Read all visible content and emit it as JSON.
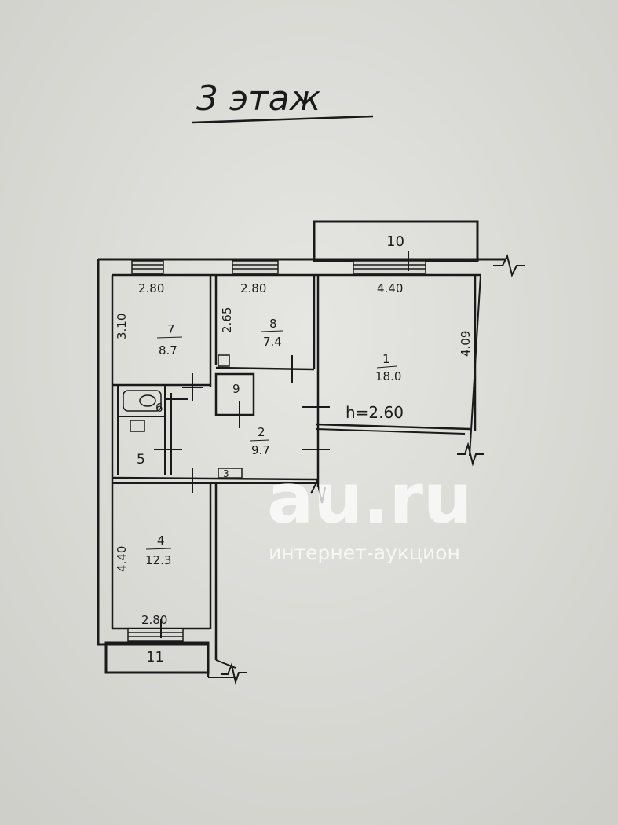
{
  "title": "3 этаж",
  "ceiling_height": "h=2.60",
  "rooms": [
    {
      "number": "1",
      "area": "18.0"
    },
    {
      "number": "2",
      "area": "9.7"
    },
    {
      "number": "4",
      "area": "12.3"
    },
    {
      "number": "5"
    },
    {
      "number": "6"
    },
    {
      "number": "7",
      "area": "8.7"
    },
    {
      "number": "8",
      "area": "7.4"
    },
    {
      "number": "9"
    },
    {
      "number": "3"
    },
    {
      "number": "10"
    },
    {
      "number": "11"
    }
  ],
  "dimensions": {
    "room7_width": "2.80",
    "room7_length": "3.10",
    "room8_width": "2.80",
    "room8_length": "2.65",
    "room1_width": "4.40",
    "room1_length": "4.09",
    "room4_width": "2.80",
    "room4_length": "4.40"
  },
  "watermark": {
    "brand": "au.ru",
    "tagline": "интернет-аукцион"
  }
}
